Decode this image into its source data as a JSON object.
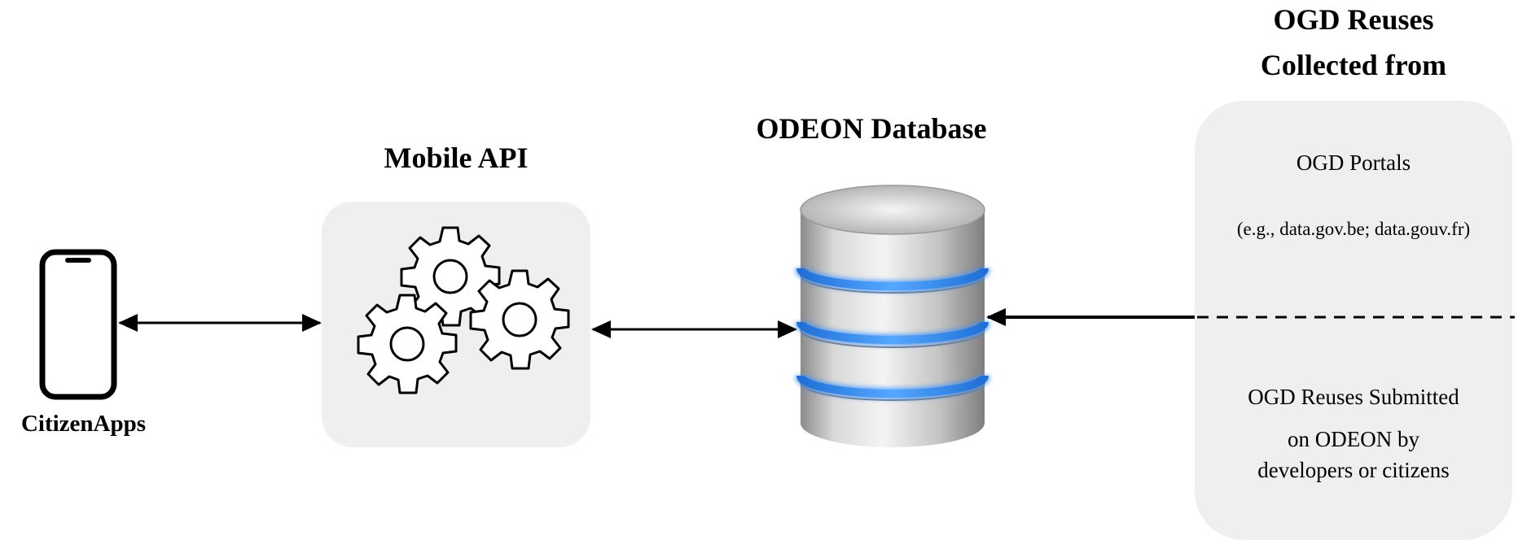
{
  "nodes": {
    "citizen_apps": {
      "label": "CitizenApps",
      "icon": "smartphone-icon"
    },
    "mobile_api": {
      "title": "Mobile API",
      "icon": "gears-icon"
    },
    "database": {
      "title": "ODEON Database",
      "icon": "database-icon"
    },
    "sources": {
      "title_line1": "OGD Reuses",
      "title_line2": "Collected from",
      "portals_label": "OGD Portals",
      "portals_examples": "(e.g., data.gov.be; data.gouv.fr)",
      "submitted_line1": "OGD Reuses Submitted",
      "submitted_line2": "on ODEON by",
      "submitted_line3": "developers or citizens"
    }
  },
  "edges": [
    {
      "from": "citizen_apps",
      "to": "mobile_api",
      "direction": "both"
    },
    {
      "from": "mobile_api",
      "to": "database",
      "direction": "both"
    },
    {
      "from": "sources",
      "to": "database",
      "direction": "one-way"
    }
  ],
  "colors": {
    "panel": "#efefef",
    "database_ring": "#2e86f5",
    "database_body": "#b9b9b9"
  }
}
